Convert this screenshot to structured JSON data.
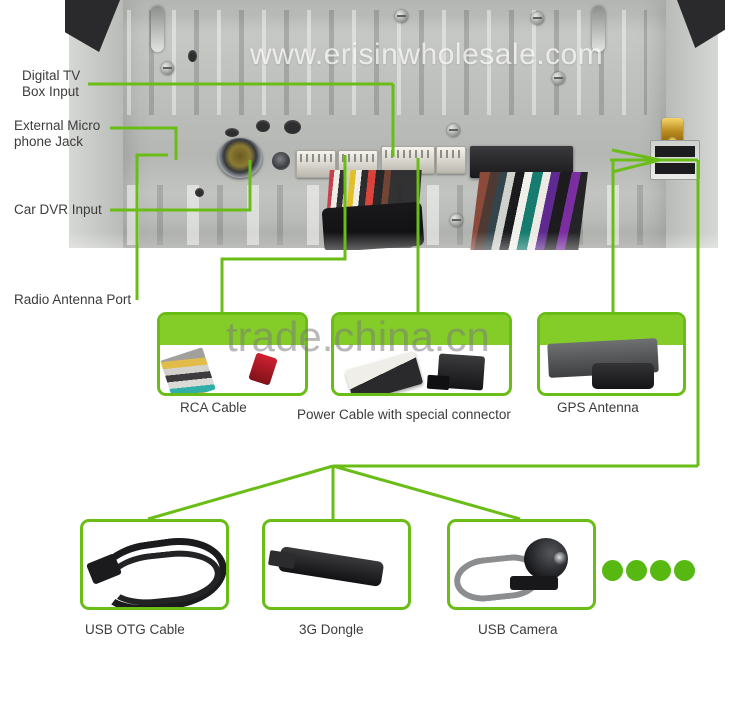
{
  "watermarks": {
    "top": "www.erisinwholesale.com",
    "middle": "trade.china.cn"
  },
  "callouts": [
    {
      "id": "digital-tv-box-input",
      "line1": "Digital TV",
      "line2": "Box Input"
    },
    {
      "id": "external-microphone-jack",
      "line1": "External Micro",
      "line2": "phone Jack"
    },
    {
      "id": "car-dvr-input",
      "line1": "Car DVR Input",
      "line2": ""
    },
    {
      "id": "radio-antenna-port",
      "line1": "Radio Antenna Port",
      "line2": ""
    }
  ],
  "accessories_row1": [
    {
      "id": "rca-cable",
      "label": "RCA Cable"
    },
    {
      "id": "power-cable",
      "label": "Power Cable with special connector"
    },
    {
      "id": "gps-antenna",
      "label": "GPS Antenna"
    }
  ],
  "accessories_row2": [
    {
      "id": "usb-otg-cable",
      "label": "USB OTG Cable"
    },
    {
      "id": "3g-dongle",
      "label": "3G Dongle"
    },
    {
      "id": "usb-camera",
      "label": "USB Camera"
    }
  ],
  "decor": {
    "dot_count": 4
  },
  "colors": {
    "line_green": "#6abd16",
    "band_green": "#84cc28",
    "dot_green": "#56b811",
    "label_text": "#3c3c3c",
    "background": "#ffffff"
  }
}
